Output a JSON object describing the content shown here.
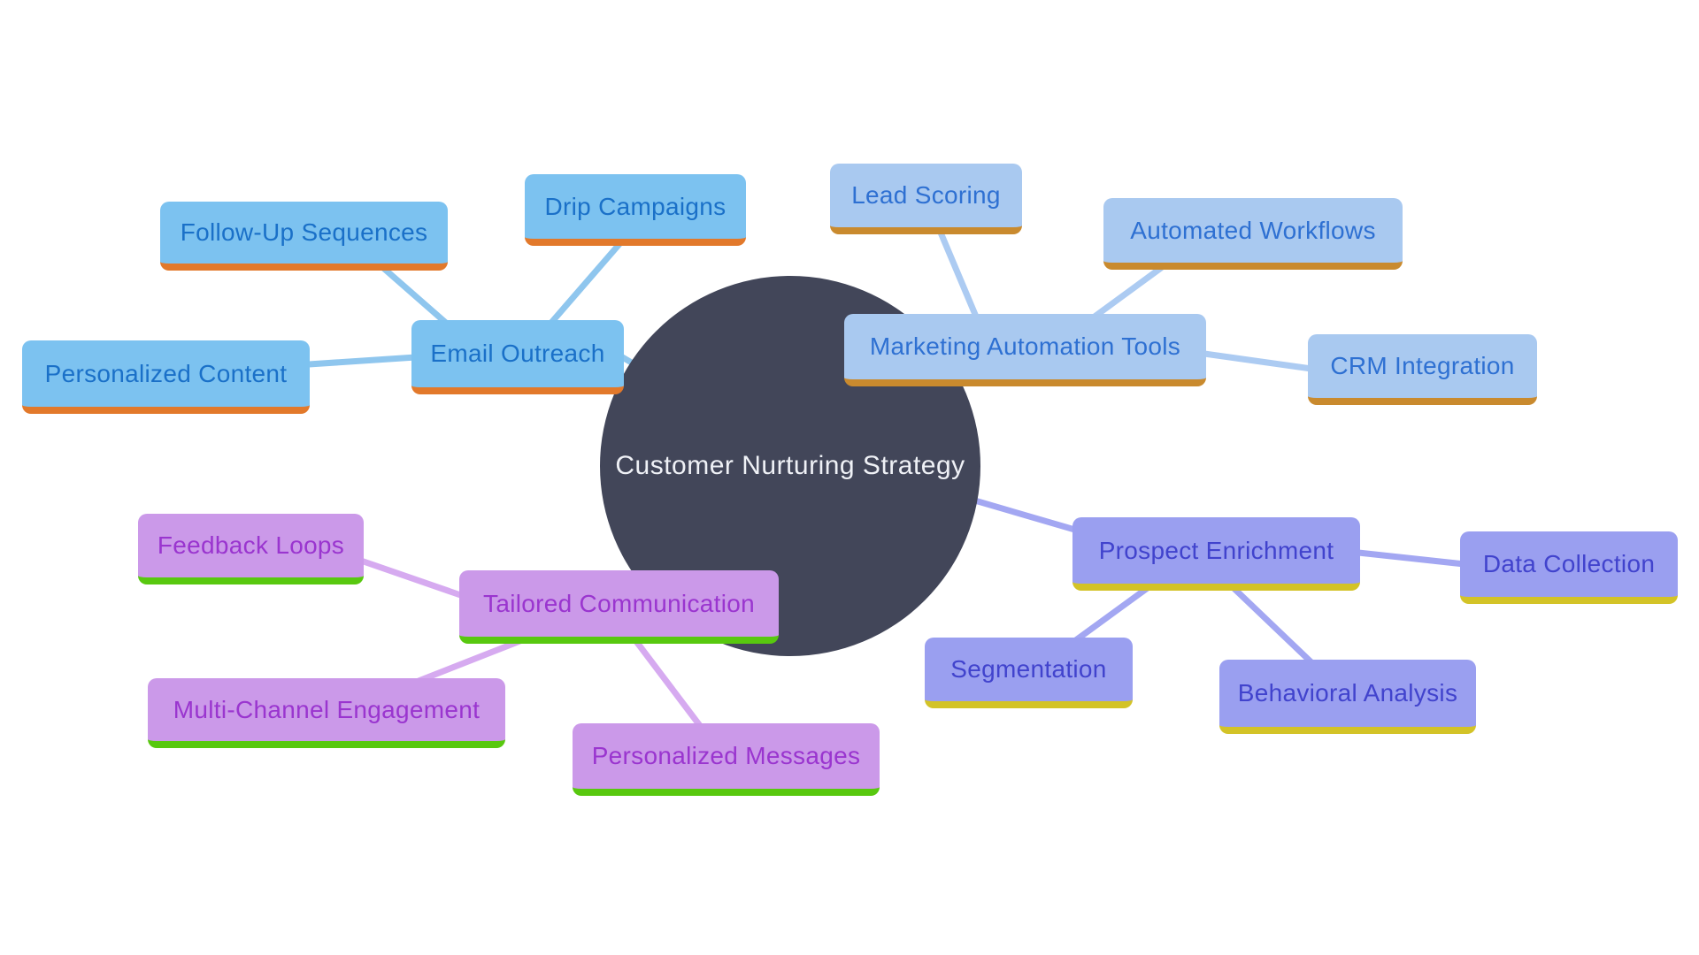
{
  "diagram": {
    "center": {
      "label": "Customer Nurturing Strategy"
    },
    "branches": [
      {
        "name": "email-outreach",
        "label": "Email Outreach",
        "children": [
          {
            "label": "Follow-Up Sequences"
          },
          {
            "label": "Drip Campaigns"
          },
          {
            "label": "Personalized Content"
          }
        ]
      },
      {
        "name": "marketing-automation-tools",
        "label": "Marketing Automation Tools",
        "children": [
          {
            "label": "Lead Scoring"
          },
          {
            "label": "Automated Workflows"
          },
          {
            "label": "CRM Integration"
          }
        ]
      },
      {
        "name": "prospect-enrichment",
        "label": "Prospect Enrichment",
        "children": [
          {
            "label": "Data Collection"
          },
          {
            "label": "Segmentation"
          },
          {
            "label": "Behavioral Analysis"
          }
        ]
      },
      {
        "name": "tailored-communication",
        "label": "Tailored Communication",
        "children": [
          {
            "label": "Feedback Loops"
          },
          {
            "label": "Multi-Channel Engagement"
          },
          {
            "label": "Personalized Messages"
          }
        ]
      }
    ]
  },
  "palette": {
    "circle-fill": "#424659",
    "circle-text": "#eff1f6",
    "email-fill": "#7cc2f0",
    "email-text": "#1a70c8",
    "email-bar": "#e2792b",
    "email-line": "#8fc6ee",
    "mkt-fill": "#a9c9f0",
    "mkt-text": "#2e70d2",
    "mkt-bar": "#c98a2e",
    "mkt-line": "#accbf2",
    "pros-fill": "#9a9ff0",
    "pros-text": "#4143cd",
    "pros-bar": "#d3c327",
    "pros-line": "#a3a7f2",
    "purp-fill": "#cb99e9",
    "purp-text": "#9a35cf",
    "purp-bar": "#58c80f",
    "purp-line": "#d6aaf0"
  }
}
